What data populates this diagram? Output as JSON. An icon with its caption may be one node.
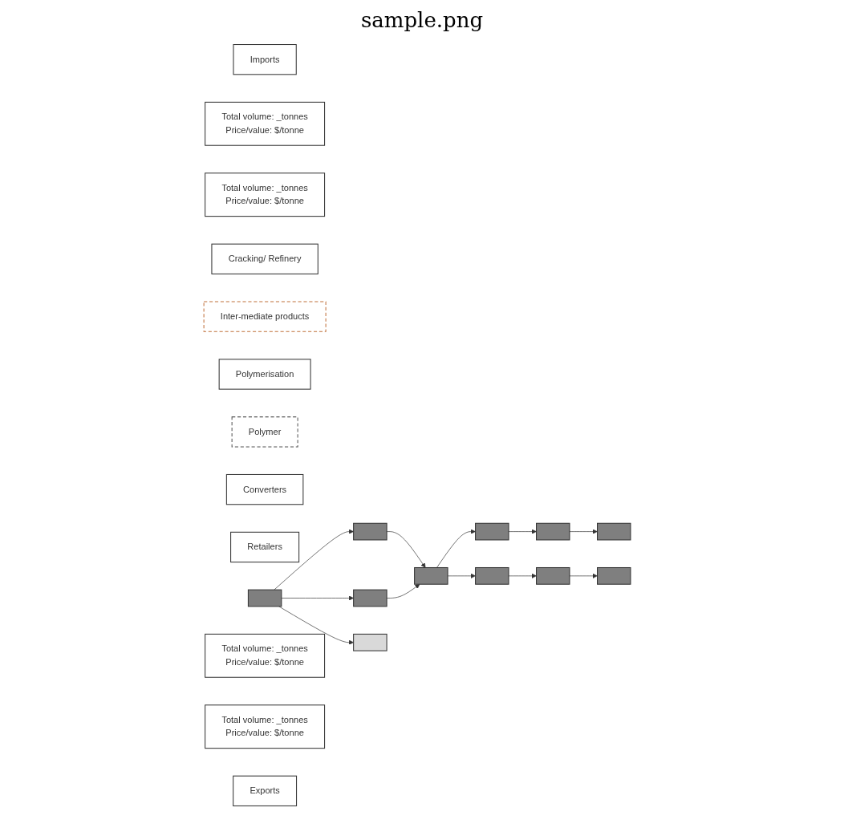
{
  "diagram": {
    "title": "sample.png",
    "nodes": [
      {
        "text": [
          "Imports"
        ]
      },
      {
        "text": [
          "Total volume: _tonnes",
          "Price/value: $/tonne"
        ]
      },
      {
        "text": [
          "Total volume: _tonnes",
          "Price/value: $/tonne"
        ]
      },
      {
        "text": [
          "Cracking/ Refinery"
        ]
      },
      {
        "text": [
          "Inter-mediate products"
        ]
      },
      {
        "text": [
          "Polymerisation"
        ]
      },
      {
        "text": [
          "Polymer"
        ]
      },
      {
        "text": [
          "Converters"
        ]
      },
      {
        "text": [
          "Retailers"
        ]
      },
      {
        "text": [],
        "shape": "box"
      },
      {
        "text": [],
        "shape": "box"
      },
      {
        "text": [],
        "shape": "box"
      },
      {
        "text": [],
        "shape": "box"
      },
      {
        "text": [],
        "shape": "box"
      },
      {
        "text": [],
        "shape": "box"
      },
      {
        "text": [],
        "shape": "box"
      },
      {
        "text": [],
        "shape": "box"
      },
      {
        "text": [],
        "shape": "box"
      },
      {
        "text": [],
        "shape": "box"
      },
      {
        "text": [],
        "shape": "box"
      },
      {
        "text": [
          "Total volume: _tonnes",
          "Price/value: $/tonne"
        ]
      },
      {
        "text": [
          "Total volume: _tonnes",
          "Price/value: $/tonne"
        ]
      },
      {
        "text": [
          "Exports"
        ]
      }
    ],
    "edges": [
      {
        "from": 9,
        "to": 10,
        "arrow": "to"
      },
      {
        "from": 9,
        "to": 11,
        "arrow": "to"
      },
      {
        "from": 9,
        "to": 12,
        "arrow": "to"
      },
      {
        "from": 10,
        "to": 13,
        "arrow": "to"
      },
      {
        "from": 11,
        "to": 13,
        "arrow": "to"
      },
      {
        "from": 13,
        "to": 14,
        "arrow": "to"
      },
      {
        "from": 13,
        "to": 15,
        "arrow": "to"
      },
      {
        "from": 14,
        "to": 16,
        "arrow": "to"
      },
      {
        "from": 16,
        "to": 18,
        "arrow": "to"
      },
      {
        "from": 15,
        "to": 17,
        "arrow": "to"
      },
      {
        "from": 17,
        "to": 19,
        "arrow": "to"
      }
    ]
  }
}
